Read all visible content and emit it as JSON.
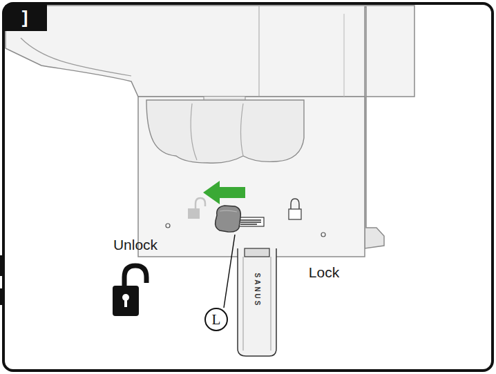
{
  "diagram": {
    "nodes": [
      {
        "text": [
          "L"
        ]
      }
    ],
    "labels": [
      "]",
      "Unlock",
      "Lock",
      "SANUS"
    ]
  }
}
